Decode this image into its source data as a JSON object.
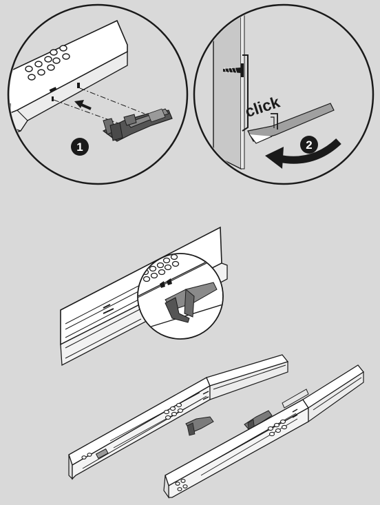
{
  "callouts": [
    {
      "id": "step-1",
      "number": "1"
    },
    {
      "id": "step-2",
      "number": "2"
    }
  ],
  "annotation": {
    "click_label": "click"
  },
  "colors": {
    "background": "#d9d9d9",
    "line": "#1a1a1a",
    "rail_fill": "#ffffff",
    "panel_fill": "#c8c8c8",
    "clip_dark": "#4a4a4a",
    "clip_mid": "#808080",
    "badge_fill": "#1a1a1a",
    "badge_text": "#ffffff"
  },
  "icons": {
    "screw": "screw-icon",
    "rotate_arrow": "curved-arrow-icon",
    "push_arrow": "arrow-icon"
  }
}
